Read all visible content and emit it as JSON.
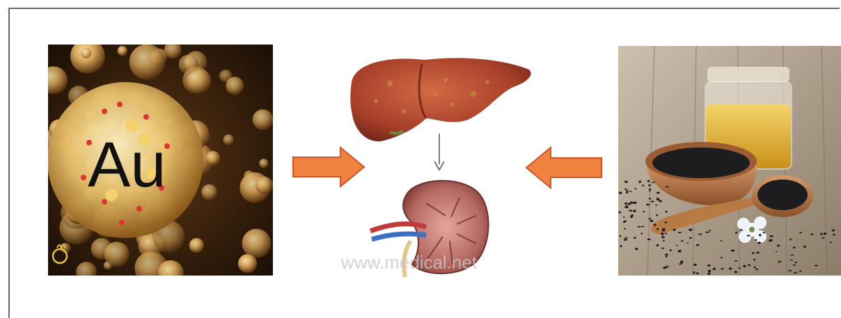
{
  "panels": {
    "nanoparticles": {
      "element_symbol": "Au",
      "icon": "gold-nanoparticle-image"
    },
    "organs": {
      "liver_icon": "liver-image",
      "kidney_icon": "kidney-image",
      "watermark": "www.medical.net"
    },
    "seeds": {
      "icon": "black-seed-oil-image"
    }
  },
  "colors": {
    "frame": "#333333",
    "arrow_fill": "#f0813e",
    "arrow_stroke": "#c9572a",
    "connector": "#7a7a7a",
    "particle_gold": "#c79236",
    "background_dark": "#2a1a0a",
    "liver": "#b5482f",
    "kidney": "#a85b58",
    "wood": "#b9aa96",
    "oil": "#e2b83a",
    "seeds": "#1d1d1f"
  }
}
